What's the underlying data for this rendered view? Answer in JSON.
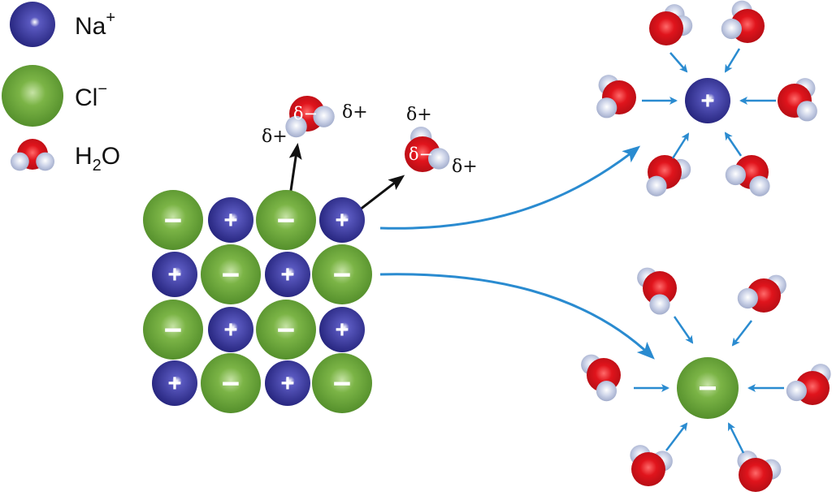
{
  "legend": {
    "na": {
      "label": "Na",
      "charge": "+"
    },
    "cl": {
      "label": "Cl",
      "charge": "−"
    },
    "water": {
      "label_h": "H",
      "label_sub": "2",
      "label_o": "O"
    }
  },
  "ions": {
    "plus": "+",
    "minus": "−"
  },
  "water_labels": {
    "delta_minus": "δ−",
    "delta_plus": "δ+"
  },
  "colors": {
    "na": "#2b2a8c",
    "cl": "#6aa536",
    "oxygen": "#d7191f",
    "hydrogen": "#c3cbe2",
    "arrow_blue": "#2a8bd0",
    "arrow_black": "#111111"
  },
  "lattice": [
    [
      "cl",
      "na",
      "cl",
      "na"
    ],
    [
      "na",
      "cl",
      "na",
      "cl"
    ],
    [
      "cl",
      "na",
      "cl",
      "na"
    ],
    [
      "na",
      "cl",
      "na",
      "cl"
    ]
  ]
}
